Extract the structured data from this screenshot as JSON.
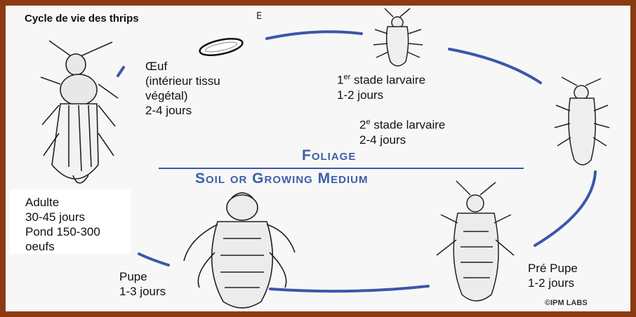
{
  "title": "Cycle de vie des thrips",
  "title_mark": "E",
  "zones": {
    "foliage": "Foliage",
    "soil": "Soil or Growing Medium"
  },
  "stages": {
    "egg": {
      "line1": "Œuf",
      "line2": "(intérieur tissu",
      "line3": "végétal)",
      "line4": "2-4 jours"
    },
    "larva1": {
      "prefix": "1",
      "sup": "er",
      "name": " stade larvaire",
      "duration": "1-2 jours"
    },
    "larva2": {
      "prefix": "2",
      "sup": "e",
      "name": " stade larvaire",
      "duration": "2-4 jours"
    },
    "prepupa": {
      "name": "Pré Pupe",
      "duration": "1-2 jours"
    },
    "pupa": {
      "name": "Pupe",
      "duration": "1-3 jours"
    },
    "adult": {
      "name": "Adulte",
      "duration": "30-45 jours",
      "eggs1": "Pond 150-300",
      "eggs2": "oeufs"
    }
  },
  "credit": "©IPM LABS",
  "colors": {
    "frame": "#8a3b12",
    "arrow": "#3c57a8",
    "zone_text": "#3c5fa8"
  }
}
